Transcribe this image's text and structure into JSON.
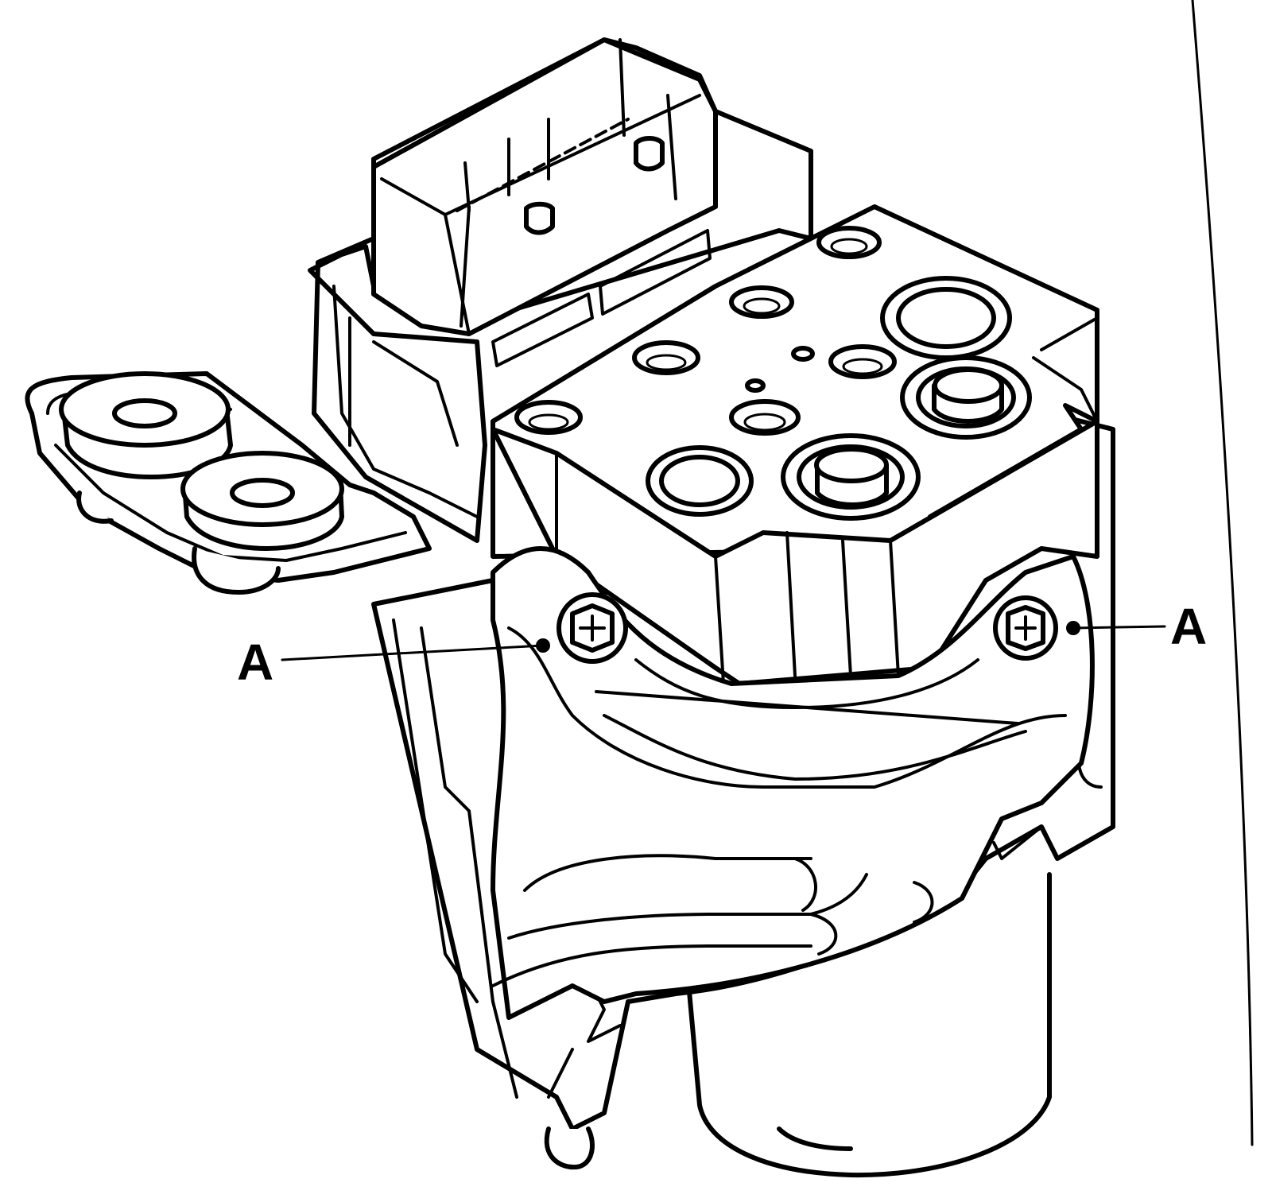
{
  "callouts": [
    {
      "id": "left",
      "label": "A"
    },
    {
      "id": "right",
      "label": "A"
    }
  ]
}
